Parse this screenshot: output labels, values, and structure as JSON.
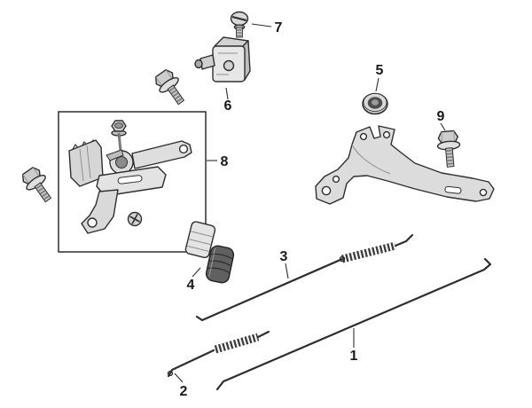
{
  "diagram": {
    "background_color": "#ffffff",
    "line_color": "#2e2e2e",
    "fill_light": "#e2e2e2",
    "fill_dark": "#5a5a5a",
    "labels": {
      "part1": "1",
      "part2": "2",
      "part3": "3",
      "part4": "4",
      "part5": "5",
      "part6": "6",
      "part7": "7",
      "part8": "8",
      "part9": "9"
    },
    "parts": [
      {
        "label": "1",
        "shape": "long-control-rod"
      },
      {
        "label": "2",
        "shape": "short-rod-with-spring"
      },
      {
        "label": "3",
        "shape": "long-rod-with-spring"
      },
      {
        "label": "4",
        "shape": "lever-grip"
      },
      {
        "label": "5",
        "shape": "flange-nut"
      },
      {
        "label": "6",
        "shape": "control-unit-block"
      },
      {
        "label": "7",
        "shape": "pan-head-screw"
      },
      {
        "label": "8",
        "shape": "boxed-control-assembly"
      },
      {
        "label": "9",
        "shape": "flange-bolt"
      }
    ]
  }
}
